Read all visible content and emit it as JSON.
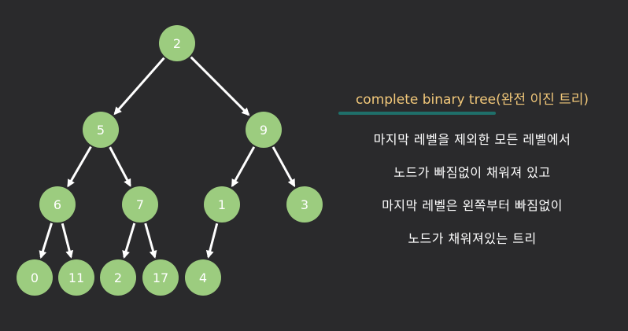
{
  "colors": {
    "background": "#2a2a2c",
    "node_fill": "#9ccc7f",
    "edge": "#ffffff",
    "title_accent": "#f2c87a",
    "underline": "#1f6f6a"
  },
  "tree": {
    "nodes": [
      {
        "id": "n0",
        "label": "2"
      },
      {
        "id": "n1",
        "label": "5"
      },
      {
        "id": "n2",
        "label": "9"
      },
      {
        "id": "n3",
        "label": "6"
      },
      {
        "id": "n4",
        "label": "7"
      },
      {
        "id": "n5",
        "label": "1"
      },
      {
        "id": "n6",
        "label": "3"
      },
      {
        "id": "n7",
        "label": "0"
      },
      {
        "id": "n8",
        "label": "11"
      },
      {
        "id": "n9",
        "label": "2"
      },
      {
        "id": "n10",
        "label": "17"
      },
      {
        "id": "n11",
        "label": "4"
      }
    ],
    "edges": [
      [
        "n0",
        "n1"
      ],
      [
        "n0",
        "n2"
      ],
      [
        "n1",
        "n3"
      ],
      [
        "n1",
        "n4"
      ],
      [
        "n2",
        "n5"
      ],
      [
        "n2",
        "n6"
      ],
      [
        "n3",
        "n7"
      ],
      [
        "n3",
        "n8"
      ],
      [
        "n4",
        "n9"
      ],
      [
        "n4",
        "n10"
      ],
      [
        "n5",
        "n11"
      ]
    ]
  },
  "text": {
    "title_en": "complete binary tree",
    "title_ko": "(완전 이진 트리)",
    "line1": "마지막 레벨을 제외한 모든 레벨에서",
    "line2": "노드가 빠짐없이 채워져 있고",
    "line3": "마지막 레벨은 왼쪽부터 빠짐없이",
    "line4": "노드가 채워져있는 트리"
  }
}
